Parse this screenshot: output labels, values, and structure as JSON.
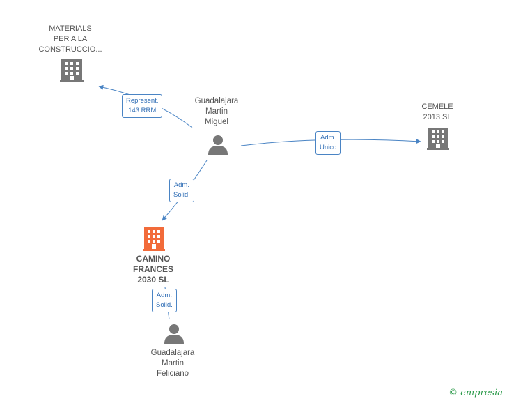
{
  "nodes": {
    "materials": {
      "lines": [
        "MATERIALS",
        "PER A LA",
        "CONSTRUCCIO..."
      ]
    },
    "cemele": {
      "lines": [
        "CEMELE",
        "2013  SL"
      ]
    },
    "guadalajara_miguel": {
      "lines": [
        "Guadalajara",
        "Martin",
        "Miguel"
      ]
    },
    "camino": {
      "lines": [
        "CAMINO",
        "FRANCES",
        "2030  SL"
      ]
    },
    "guadalajara_feliciano": {
      "lines": [
        "Guadalajara",
        "Martin",
        "Feliciano"
      ]
    }
  },
  "edges": {
    "represent": {
      "lines": [
        "Represent.",
        "143 RRM"
      ]
    },
    "adm_unico": {
      "lines": [
        "Adm.",
        "Unico"
      ]
    },
    "adm_solid_1": {
      "lines": [
        "Adm.",
        "Solid."
      ]
    },
    "adm_solid_2": {
      "lines": [
        "Adm.",
        "Solid."
      ]
    }
  },
  "brand": {
    "copyright": "©",
    "name": "empresia"
  },
  "colors": {
    "edge": "#4a84c4",
    "building_gray": "#777777",
    "building_main": "#f26b3a",
    "person": "#777777"
  }
}
